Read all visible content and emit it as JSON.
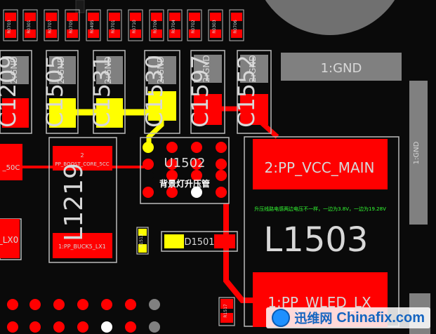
{
  "components": {
    "top_resistors": [
      "R0703",
      "R0301",
      "R0707",
      "R0705",
      "R0495",
      "R0701",
      "R0710",
      "R0709",
      "R0704",
      "R0702",
      "R0303",
      "R0706"
    ],
    "caps": [
      {
        "ref": "C1209",
        "pin": "2:GND"
      },
      {
        "ref": "C1505",
        "pin": "2:GND"
      },
      {
        "ref": "C1531",
        "pin": "2:GND"
      },
      {
        "ref": "C1530",
        "pin": "2:GND"
      },
      {
        "ref": "C1597",
        "pin": "2:GND"
      },
      {
        "ref": "C1552",
        "pin": "2:GND"
      }
    ],
    "gnd_top": "1:GND",
    "gnd_right": "1:GND",
    "left_pad": "_50C",
    "l1219_pin2": "2",
    "l1219_pin2_net": "PP_BOOST_CORE_5CC",
    "l1219": "L1219",
    "l1219_pin1": "1:PP_BUCK5_LX1",
    "left_lx": "_LX0",
    "u1502": "U1502",
    "u1502_note": "背景灯升压管",
    "r1513": "R1513",
    "d1501": "D1501",
    "l1503": "L1503",
    "l1503_pin2": "2:PP_VCC_MAIN",
    "l1503_pin1": "1:PP_WLED_LX",
    "r1517": "R1517",
    "note": "升压线路电感两边电压不一样，一边为3.8V，一边为19.28V"
  },
  "colors": {
    "pad": "#ff0000",
    "selected": "#ffff00",
    "gnd": "#808080",
    "silk": "#d0d0d0"
  },
  "watermark": {
    "cn": "迅维网",
    "en": "Chinafix.com"
  }
}
